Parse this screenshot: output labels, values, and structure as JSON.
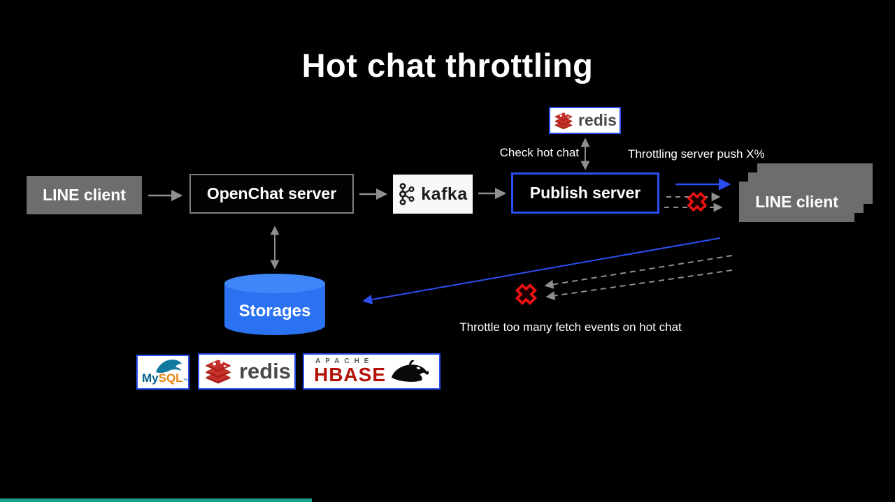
{
  "title": "Hot chat throttling",
  "colors": {
    "background": "#000000",
    "accent_blue": "#2b4ff2",
    "storage_blue": "#2a72f2",
    "alert_red": "#ee1111",
    "box_gray": "#6d6d6d",
    "arrow_gray": "#8f8f8f",
    "footer_teal": "#17a28e"
  },
  "nodes": {
    "line_client_left": {
      "label": "LINE client"
    },
    "openchat_server": {
      "label": "OpenChat server"
    },
    "kafka": {
      "label": "kafka"
    },
    "publish_server": {
      "label": "Publish server"
    },
    "redis_cache": {
      "label": "redis"
    },
    "line_client_right": {
      "label": "LINE client"
    },
    "storages": {
      "label": "Storages"
    }
  },
  "labels": {
    "check_hot_chat": "Check hot chat",
    "throttling_push": "Throttling server push X%",
    "throttle_fetch": "Throttle too many fetch events on hot chat"
  },
  "logos": {
    "mysql": {
      "my": "My",
      "sql": "SQL",
      "tm": "™"
    },
    "redis": {
      "wordmark": "redis"
    },
    "hbase": {
      "apache": "APACHE",
      "hbase": "HBASE"
    }
  },
  "icons": [
    "kafka-icon",
    "redis-icon",
    "mysql-dolphin-icon",
    "hbase-orca-icon",
    "database-cylinder-icon",
    "blocked-x-icon",
    "arrow-icon"
  ]
}
